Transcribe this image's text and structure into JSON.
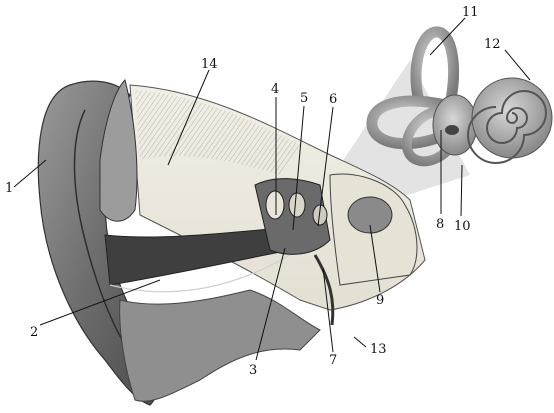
{
  "diagram": {
    "labels": [
      {
        "id": "1",
        "text": "1"
      },
      {
        "id": "2",
        "text": "2"
      },
      {
        "id": "3",
        "text": "3"
      },
      {
        "id": "4",
        "text": "4"
      },
      {
        "id": "5",
        "text": "5"
      },
      {
        "id": "6",
        "text": "6"
      },
      {
        "id": "7",
        "text": "7"
      },
      {
        "id": "8",
        "text": "8"
      },
      {
        "id": "9",
        "text": "9"
      },
      {
        "id": "10",
        "text": "10"
      },
      {
        "id": "11",
        "text": "11"
      },
      {
        "id": "12",
        "text": "12"
      },
      {
        "id": "13",
        "text": "13"
      },
      {
        "id": "14",
        "text": "14"
      }
    ]
  }
}
